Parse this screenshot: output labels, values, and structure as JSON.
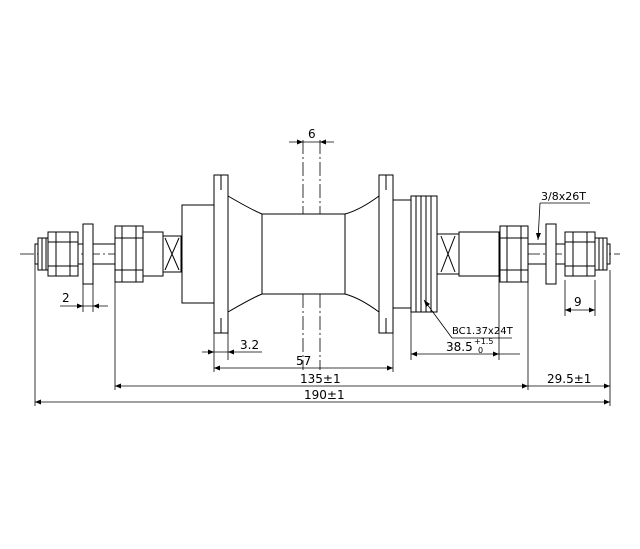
{
  "drawing": {
    "dimensions": {
      "d6": "6",
      "d3_8x26t": "3/8x26T",
      "d2": "2",
      "d9": "9",
      "d3_2": "3.2",
      "dbc": "BC1.37x24T",
      "d38_base": "38.5",
      "d38_upper": "+1.5",
      "d38_lower": "0",
      "d57": "57",
      "d135": "135±1",
      "d29_5": "29.5±1",
      "d190": "190±1"
    }
  }
}
